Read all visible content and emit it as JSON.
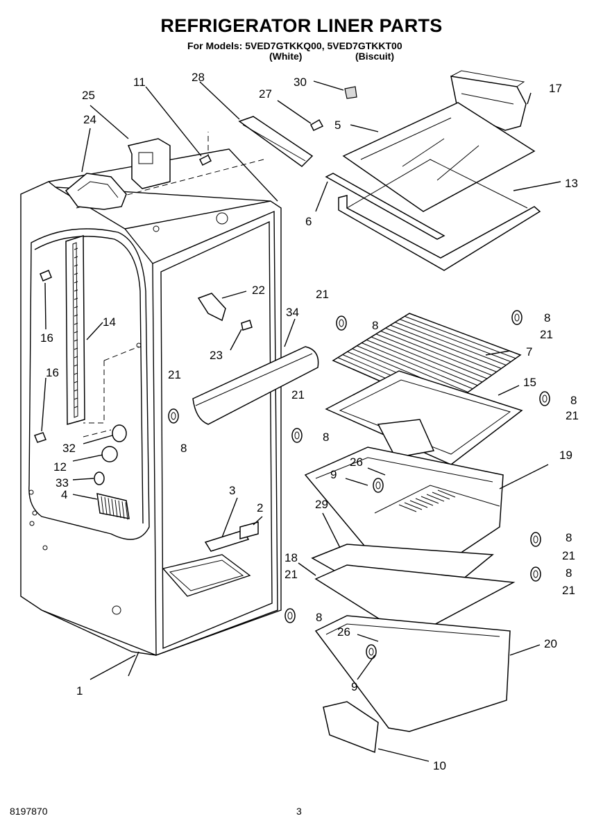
{
  "title": "REFRIGERATOR LINER PARTS",
  "models_line": "For Models: 5VED7GTKKQ00, 5VED7GTKKT00",
  "variant_white": "(White)",
  "variant_biscuit": "(Biscuit)",
  "footer_doc_number": "8197870",
  "footer_page_number": "3",
  "callouts": [
    "1",
    "2",
    "3",
    "4",
    "5",
    "6",
    "7",
    "8",
    "8",
    "8",
    "8",
    "8",
    "8",
    "9",
    "9",
    "10",
    "11",
    "12",
    "13",
    "14",
    "15",
    "16",
    "16",
    "17",
    "18",
    "19",
    "20",
    "21",
    "21",
    "21",
    "21",
    "21",
    "21",
    "21",
    "22",
    "23",
    "24",
    "25",
    "26",
    "26",
    "27",
    "28",
    "29",
    "30",
    "32",
    "33",
    "34"
  ]
}
